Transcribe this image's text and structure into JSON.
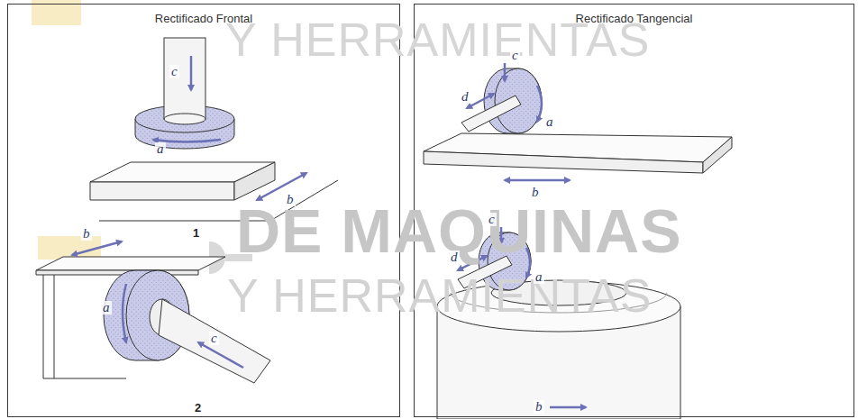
{
  "diagram": {
    "nodes": [
      {
        "text": [
          "Rectificado Frontal"
        ]
      },
      {
        "text": [
          "Rectificado Tangencial"
        ]
      }
    ],
    "labels": [
      "Y HERRAMIENTAS",
      "DE MAQUINAS",
      "Y HERRAMIENTAS",
      "c",
      "a",
      "b",
      "1",
      "b",
      "a",
      "c",
      "2",
      "c",
      "d",
      "a",
      "b",
      "c",
      "d",
      "a",
      "b"
    ]
  }
}
